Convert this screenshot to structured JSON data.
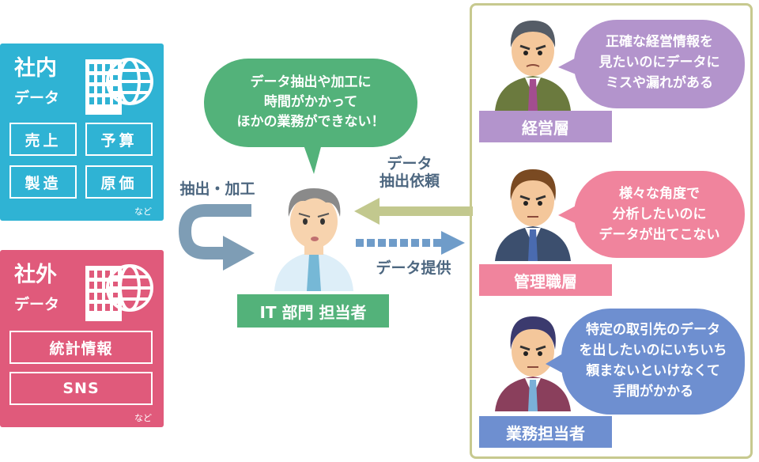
{
  "internal": {
    "title": "社内",
    "subtitle": "データ",
    "cells": [
      "売上",
      "予算",
      "製造",
      "原価"
    ],
    "note": "など",
    "color": "#2fb3d4"
  },
  "external": {
    "title": "社外",
    "subtitle": "データ",
    "cells": [
      "統計情報",
      "SNS"
    ],
    "note": "など",
    "color": "#e05a7b"
  },
  "it": {
    "bubble_lines": [
      "データ抽出や加工に",
      "時間がかかって",
      "ほかの業務ができない！"
    ],
    "extract_label": "抽出・加工",
    "role_label": "IT 部門 担当者",
    "color": "#53b27a"
  },
  "flows": {
    "request_lines": [
      "データ",
      "抽出依頼"
    ],
    "provide_label": "データ提供"
  },
  "personas": [
    {
      "role": "経営層",
      "lines": [
        "正確な経営情報を",
        "見たいのにデータに",
        "ミスや漏れがある"
      ],
      "color": "#b394cc"
    },
    {
      "role": "管理職層",
      "lines": [
        "様々な角度で",
        "分析したいのに",
        "データが出てこない"
      ],
      "color": "#f0849d"
    },
    {
      "role": "業務担当者",
      "lines": [
        "特定の取引先のデータ",
        "を出したいのにいちいち",
        "頼まないといけなくて",
        "手間がかかる"
      ],
      "color": "#6e8fd0"
    }
  ]
}
